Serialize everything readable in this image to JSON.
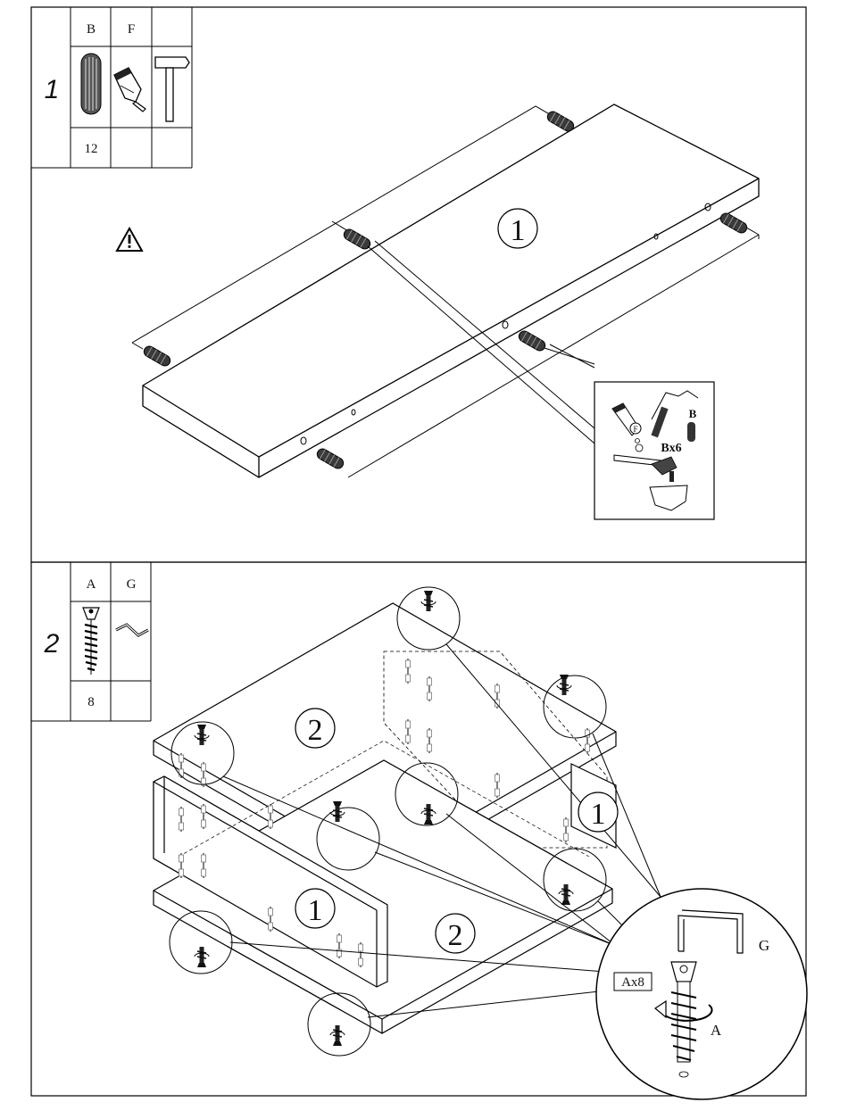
{
  "step1": {
    "number": "1",
    "parts": [
      {
        "letter": "B",
        "icon": "dowel-icon",
        "qty": "12"
      },
      {
        "letter": "F",
        "icon": "glue-bottle-icon",
        "qty": ""
      },
      {
        "letter": "",
        "icon": "hammer-icon",
        "qty": ""
      }
    ],
    "warning_icon": "warning-triangle-icon",
    "panel_label": "1",
    "inset": {
      "glue_label": "F",
      "dowel_label": "B",
      "count": "Bx6"
    }
  },
  "step2": {
    "number": "2",
    "parts": [
      {
        "letter": "A",
        "icon": "cam-screw-icon",
        "qty": "8"
      },
      {
        "letter": "G",
        "icon": "allen-key-icon",
        "qty": ""
      }
    ],
    "panel_labels": [
      "2",
      "1",
      "1",
      "2"
    ],
    "detail": {
      "key_label": "G",
      "count": "Ax8",
      "screw_label": "A"
    }
  }
}
